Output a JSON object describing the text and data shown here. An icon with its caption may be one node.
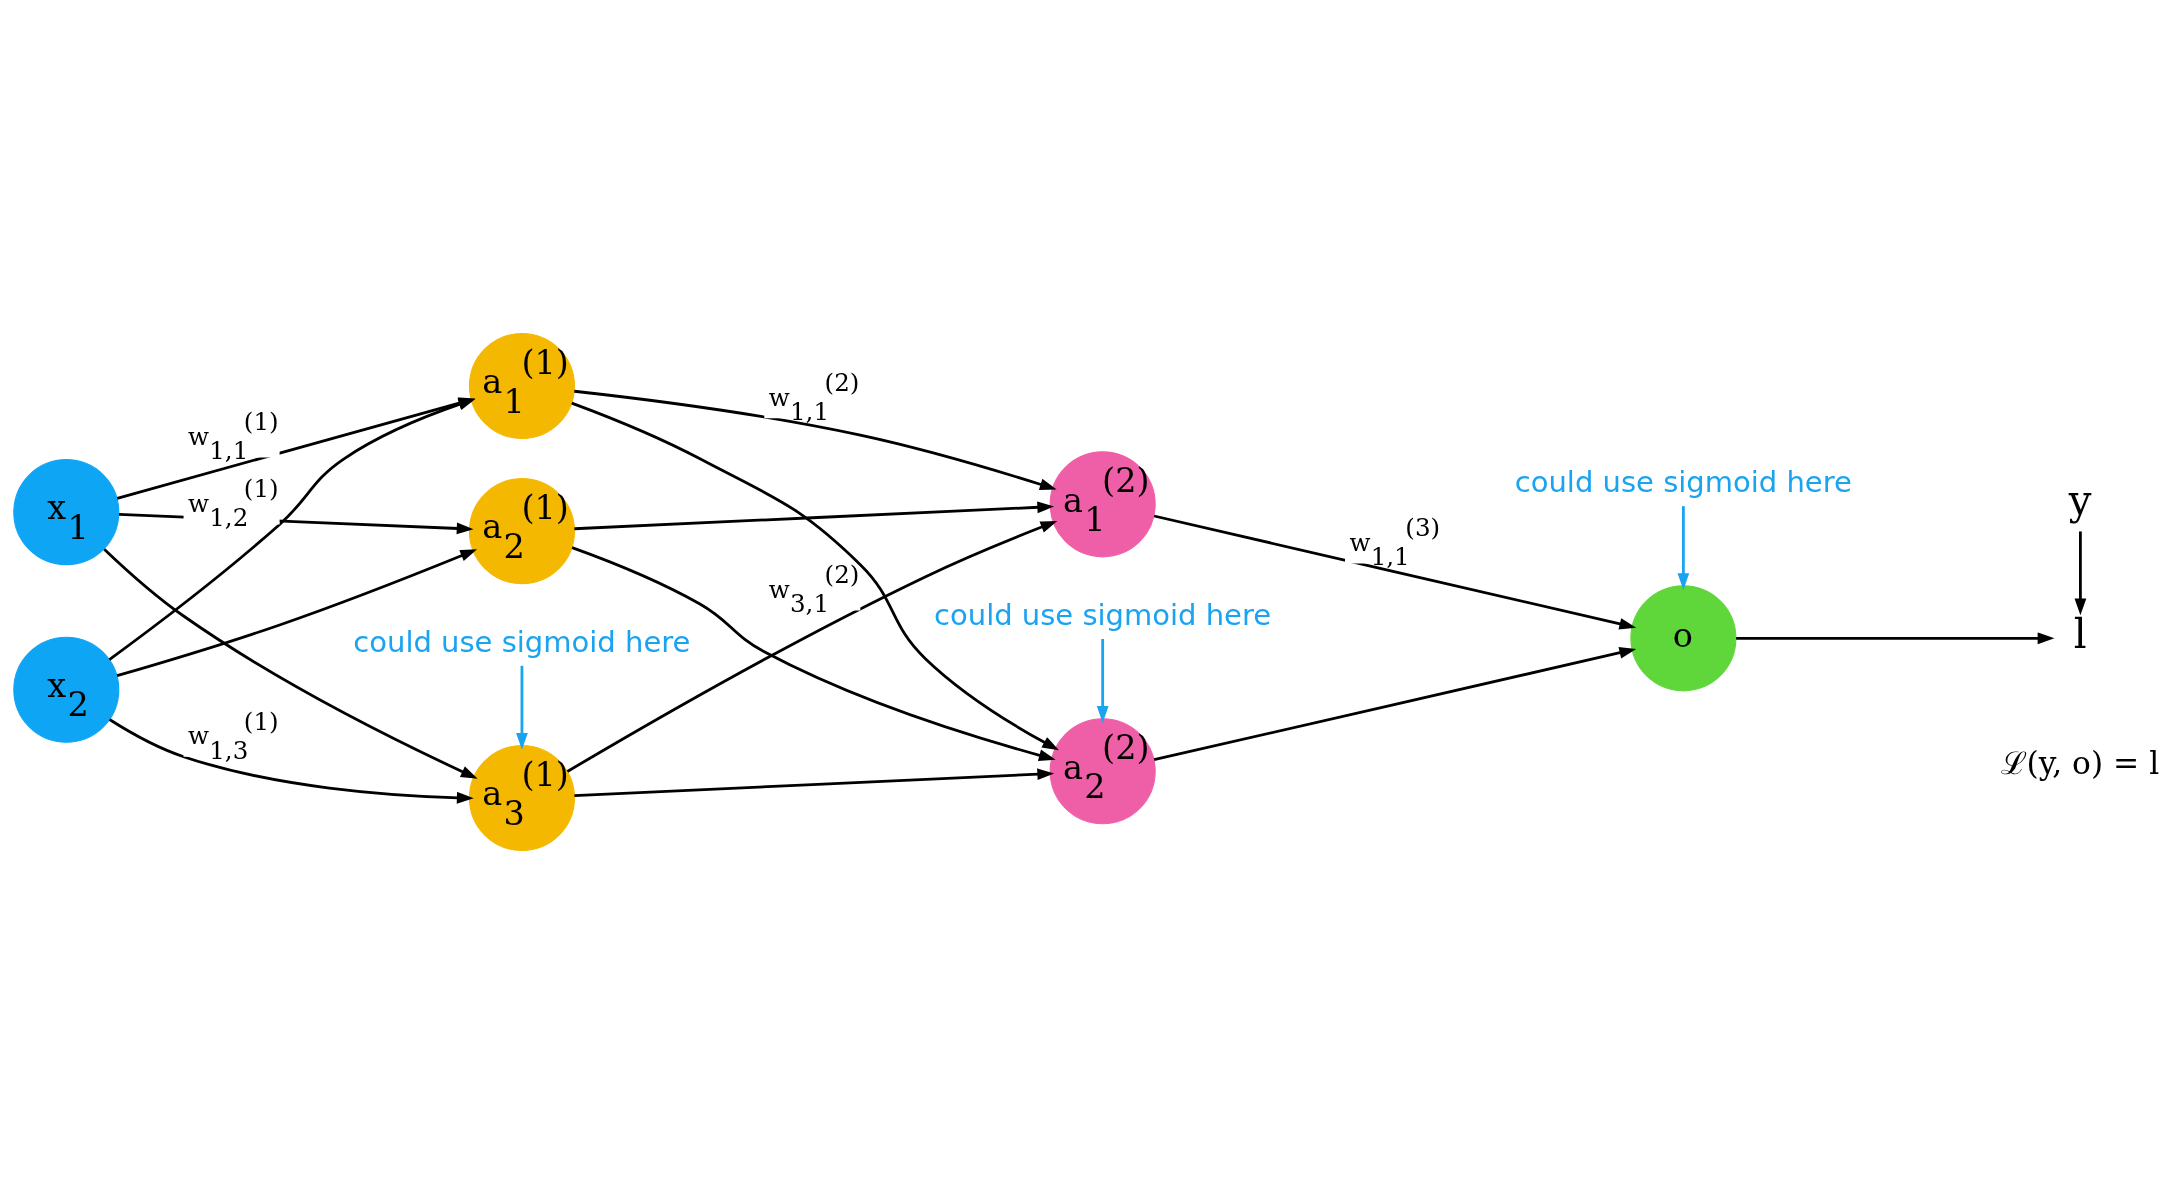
{
  "diagram": {
    "nodes": [
      {
        "text": [
          "x$_{1}$"
        ]
      },
      {
        "text": [
          "x$_{2}$"
        ]
      },
      {
        "text": [
          "a$_{1}$$^{(1)}$"
        ]
      },
      {
        "text": [
          "a$_{2}$$^{(1)}$"
        ]
      },
      {
        "text": [
          "a$_{3}$$^{(1)}$"
        ]
      },
      {
        "text": [
          "a$_{1}$$^{(2)}$"
        ]
      },
      {
        "text": [
          "a$_{2}$$^{(2)}$"
        ]
      },
      {
        "text": [
          "o"
        ]
      },
      {
        "text": [
          "y"
        ]
      },
      {
        "text": [
          "l"
        ]
      },
      {
        "text": [
          "could use sigmoid here"
        ]
      },
      {
        "text": [
          "could use sigmoid here"
        ]
      },
      {
        "text": [
          "could use sigmoid here"
        ]
      }
    ],
    "edges": [
      {
        "from": 0,
        "to": 2,
        "arrow": "to",
        "label": "w$_{1,1}$$^{(1)}$"
      },
      {
        "from": 0,
        "to": 3,
        "arrow": "to"
      },
      {
        "from": 0,
        "to": 4,
        "arrow": "to"
      },
      {
        "from": 1,
        "to": 2,
        "arrow": "to",
        "label": "w$_{1,2}$$^{(1)}$"
      },
      {
        "from": 1,
        "to": 3,
        "arrow": "to"
      },
      {
        "from": 1,
        "to": 4,
        "arrow": "to",
        "label": "w$_{1,3}$$^{(1)}$"
      },
      {
        "from": 2,
        "to": 5,
        "arrow": "to",
        "label": "w$_{1,1}$$^{(2)}$"
      },
      {
        "from": 2,
        "to": 6,
        "arrow": "to"
      },
      {
        "from": 3,
        "to": 5,
        "arrow": "to"
      },
      {
        "from": 3,
        "to": 6,
        "arrow": "to"
      },
      {
        "from": 4,
        "to": 5,
        "arrow": "to",
        "label": "w$_{3,1}$$^{(2)}$"
      },
      {
        "from": 4,
        "to": 6,
        "arrow": "to"
      },
      {
        "from": 5,
        "to": 7,
        "arrow": "to",
        "label": "w$_{1,1}$$^{(3)}$"
      },
      {
        "from": 6,
        "to": 7,
        "arrow": "to"
      },
      {
        "from": 7,
        "to": 9,
        "arrow": "to"
      },
      {
        "from": 8,
        "to": 9,
        "arrow": "to"
      },
      {
        "from": 10,
        "to": 4,
        "arrow": "to",
        "color": "#1aa3f0"
      },
      {
        "from": 11,
        "to": 6,
        "arrow": "to",
        "color": "#1aa3f0"
      },
      {
        "from": 12,
        "to": 7,
        "arrow": "to",
        "color": "#1aa3f0"
      }
    ],
    "labels": [
      "ℒ(y, o) = l"
    ]
  }
}
